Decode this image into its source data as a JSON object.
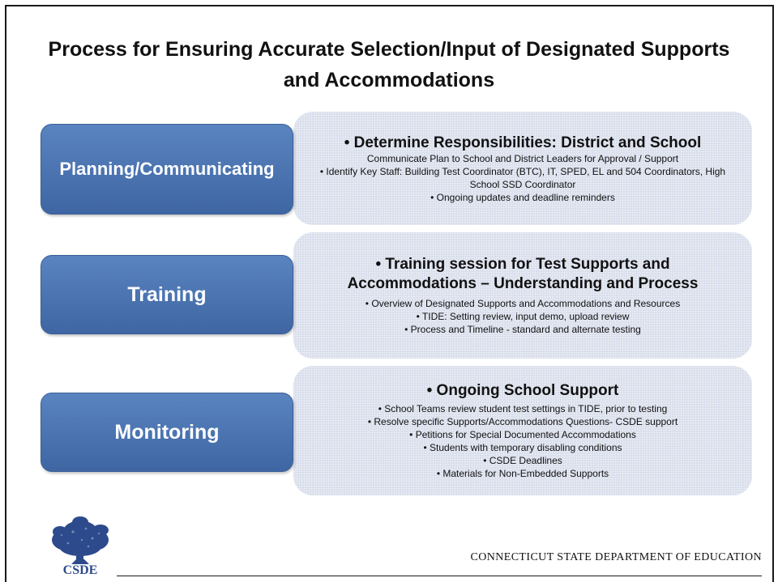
{
  "title": "Process for Ensuring Accurate Selection/Input of  Designated Supports and Accommodations",
  "steps": [
    {
      "label": "Planning/Communicating",
      "heading": "• Determine Responsibilities: District and School",
      "lines": [
        "Communicate Plan to School and District Leaders for Approval / Support",
        "• Identify Key Staff: Building Test Coordinator (BTC), IT, SPED, EL and 504 Coordinators, High School SSD Coordinator",
        "• Ongoing updates and deadline reminders"
      ]
    },
    {
      "label": "Training",
      "heading": "• Training session for Test Supports and Accommodations – Understanding and Process",
      "lines": [
        "• Overview of Designated Supports and Accommodations and Resources",
        "• TIDE: Setting review, input demo,  upload review",
        "• Process and Timeline - standard and alternate testing"
      ]
    },
    {
      "label": "Monitoring",
      "heading": "• Ongoing School Support",
      "lines": [
        "• School Teams review student test settings in TIDE, prior to testing",
        "• Resolve specific Supports/Accommodations Questions-  CSDE support",
        "• Petitions for Special Documented Accommodations",
        "• Students with temporary disabling conditions",
        "• CSDE Deadlines",
        "• Materials for Non-Embedded Supports"
      ]
    }
  ],
  "logo_text": "CSDE",
  "footer": "CONNECTICUT STATE DEPARTMENT OF EDUCATION",
  "colors": {
    "pill": "#4a73b0",
    "panel": "#d6dcea",
    "logo": "#2d4a8c"
  }
}
